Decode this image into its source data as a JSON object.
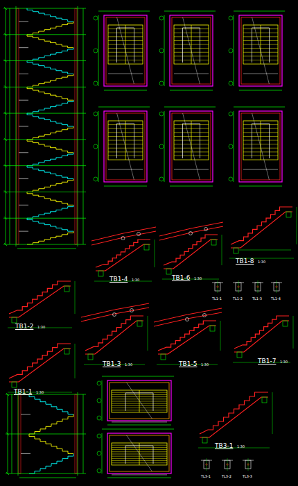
{
  "diagram": {
    "labels": [
      "TB1-8",
      "1:30",
      "TB1-4",
      "1:30",
      "TB1-6",
      "1:30",
      "TB1-2",
      "1:30",
      "TL1-1",
      "TL1-2",
      "TL1-3",
      "TL1-4",
      "TB1-3",
      "1:30",
      "TB1-5",
      "1:30",
      "TB1-7",
      "1:30",
      "TB1-1",
      "1:30",
      "TB3-1",
      "1:30",
      "TL3-1",
      "TL3-2",
      "TL3-3"
    ]
  }
}
